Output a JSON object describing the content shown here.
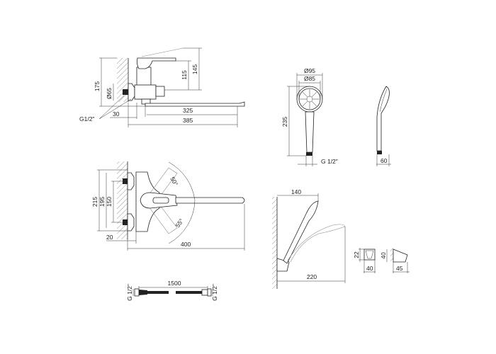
{
  "side_view": {
    "height_total": "175",
    "flange_diameter": "Ø65",
    "thread": "G1/2\"",
    "wall_offset": "30",
    "spout_reach": "325",
    "total_reach": "385",
    "lever_height": "115",
    "top_height": "145"
  },
  "top_view": {
    "height_outer": "215",
    "height_mid": "195",
    "centers": "150",
    "wall_offset": "20",
    "spout_length": "400",
    "angle_up": "50°",
    "angle_down": "55°"
  },
  "hand_shower": {
    "head_outer": "Ø95",
    "head_inner": "Ø85",
    "length": "235",
    "thread": "G 1/2\"",
    "depth": "60"
  },
  "holder": {
    "reach_top": "140",
    "reach_bottom": "220",
    "front_height": "22",
    "front_width": "40",
    "side_height": "40",
    "side_depth": "45"
  },
  "hose": {
    "length": "1500",
    "thread_left": "G 1/2\"",
    "thread_right": "G 1/2\""
  }
}
